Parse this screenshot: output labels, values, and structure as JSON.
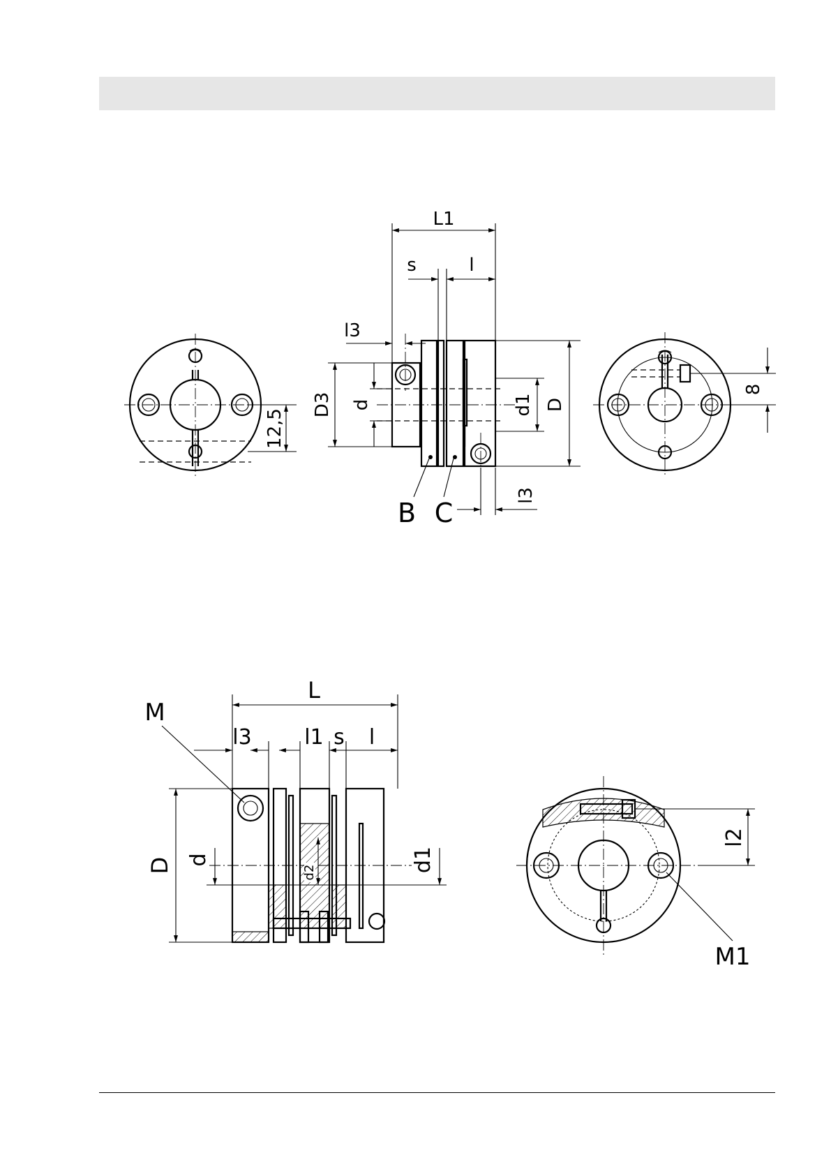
{
  "colors": {
    "header_bar": "#e6e6e6",
    "ink": "#000000",
    "background": "#ffffff"
  },
  "labels": {
    "L1": "L1",
    "s_top": "s",
    "l_top": "l",
    "l3_top_left": "l3",
    "D3": "D3",
    "d_top": "d",
    "d1_top": "d1",
    "D_top": "D",
    "dim_12_5": "12,5",
    "dim_8": "8",
    "l3_top_right": "l3",
    "B": "B",
    "C": "C",
    "L": "L",
    "M": "M",
    "l3_bottom": "l3",
    "l1": "l1",
    "s_bottom": "s",
    "l_bottom": "l",
    "D_bottom": "D",
    "d_bottom": "d",
    "d1_bottom": "d1",
    "d2": "d2",
    "l2": "l2",
    "M1": "M1"
  }
}
